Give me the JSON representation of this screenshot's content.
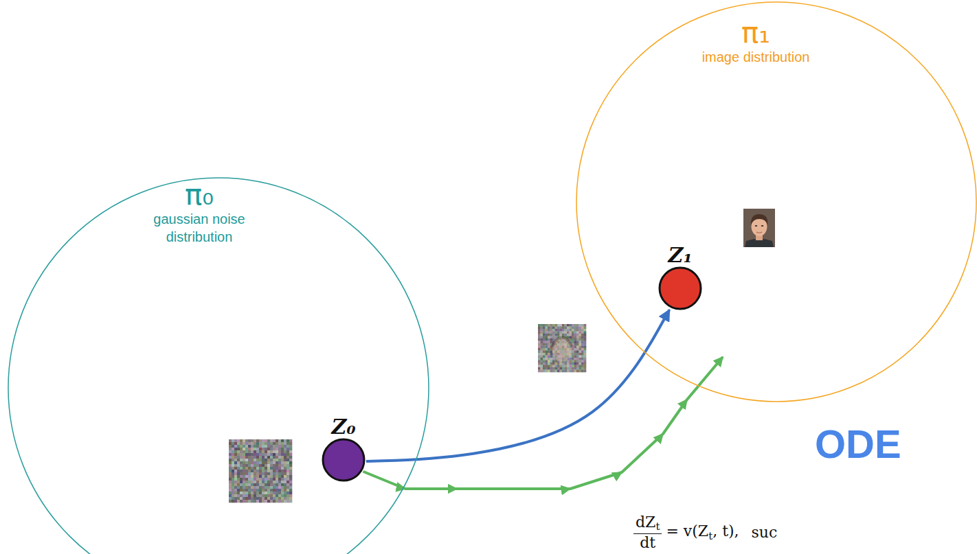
{
  "diagram": {
    "nodes": [
      {
        "text": [
          "π₀",
          "gaussian noise distribution"
        ]
      },
      {
        "text": [
          "π₁",
          "image distribution"
        ]
      },
      {
        "text": [
          "Z₀"
        ],
        "in": 0
      },
      {
        "text": [
          "Z₁"
        ],
        "in": 1
      }
    ],
    "edges": [
      {
        "from": 2,
        "to": 3,
        "arrow": "to"
      },
      {
        "from": 2,
        "to": 1,
        "arrow": "to"
      }
    ],
    "labels": [
      "ODE",
      "dZ",
      "t",
      "dt",
      "= v(Z",
      "t",
      ", t),",
      "suc"
    ]
  }
}
